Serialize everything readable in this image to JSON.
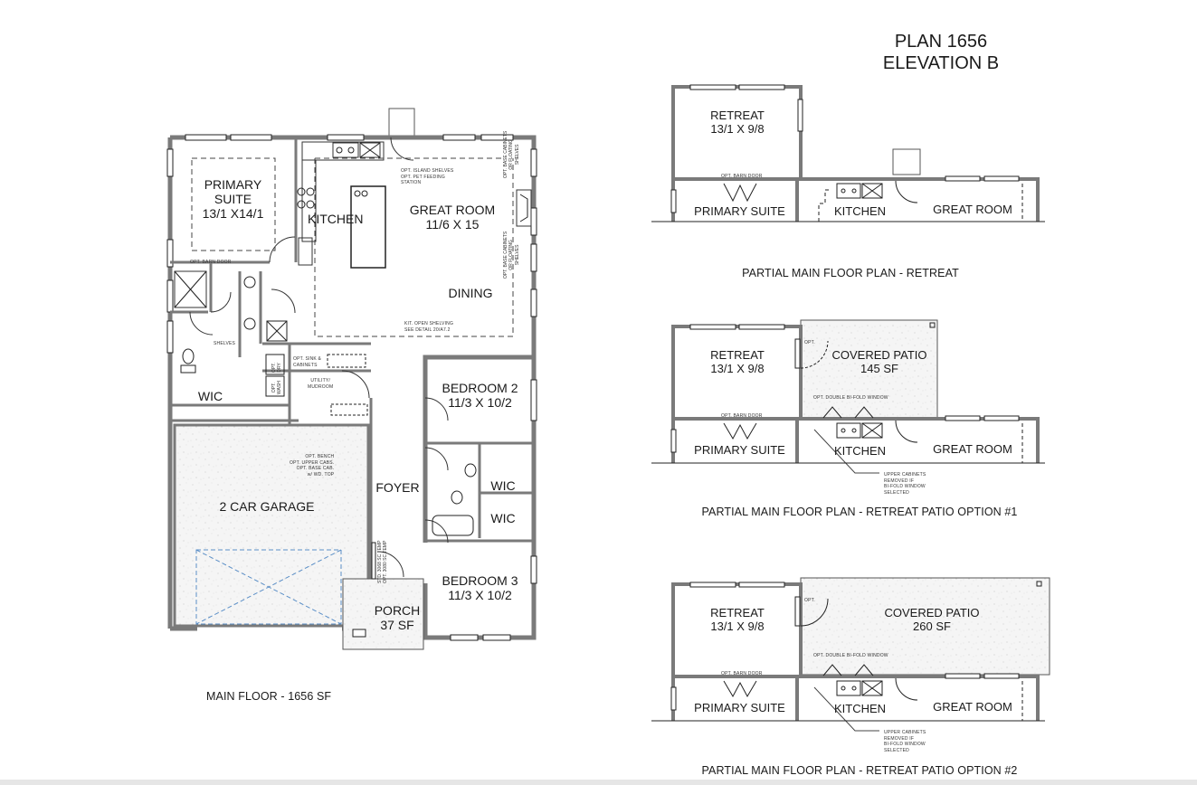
{
  "title": {
    "line1": "PLAN 1656",
    "line2": "ELEVATION B"
  },
  "main_floor": {
    "caption": "MAIN FLOOR - 1656 SF",
    "rooms": {
      "primary_suite": {
        "name_l1": "PRIMARY",
        "name_l2": "SUITE",
        "dims": "13/1 X14/1"
      },
      "kitchen": {
        "name": "KITCHEN"
      },
      "great_room": {
        "name": "GREAT ROOM",
        "dims": "11/6 X 15"
      },
      "dining": {
        "name": "DINING"
      },
      "wic_primary": {
        "name": "WIC"
      },
      "bedroom2": {
        "name": "BEDROOM 2",
        "dims": "11/3 X 10/2"
      },
      "bedroom3": {
        "name": "BEDROOM 3",
        "dims": "11/3 X 10/2"
      },
      "wic_bed2": {
        "name": "WIC"
      },
      "wic_bed3": {
        "name": "WIC"
      },
      "garage": {
        "name": "2 CAR GARAGE"
      },
      "foyer": {
        "name": "FOYER"
      },
      "porch": {
        "name": "PORCH",
        "area": "37 SF"
      }
    },
    "notes": {
      "island": [
        "OPT. ISLAND SHELVES",
        "OPT. PET FEEDING",
        "STATION"
      ],
      "base_cab_top": [
        "OPT. BASE CABINETS",
        "OR FLOATING",
        "SHELVES"
      ],
      "base_cab_bottom": [
        "OPT. BASE CABINETS",
        "OR FLOATING",
        "SHELVES"
      ],
      "barn_door": "OPT. BARN DOOR",
      "open_shelving": [
        "KIT. OPEN SHELVING",
        "SEE DETAIL 20/A7.2"
      ],
      "shelves": "SHELVES",
      "sink_cab": [
        "OPT. SINK &",
        "CABINETS"
      ],
      "utility": [
        "UTILITY/",
        "MUDROOM"
      ],
      "dry": [
        "OPT.",
        "DRY"
      ],
      "wash": [
        "OPT.",
        "WASH"
      ],
      "bench": [
        "OPT. BENCH",
        "OPT. UPPER CABS.",
        "OPT. BASE CAB.",
        "w/ WD. TOP"
      ],
      "front_door": [
        "STD. 3068 SC TEMP",
        "OPT. 3080 SC TEMP"
      ]
    }
  },
  "partials": [
    {
      "caption": "PARTIAL MAIN FLOOR PLAN - RETREAT",
      "retreat": {
        "name": "RETREAT",
        "dims": "13/1 X 9/8"
      },
      "primary_suite": "PRIMARY SUITE",
      "kitchen": "KITCHEN",
      "great_room": "GREAT ROOM",
      "barn_door": "OPT. BARN DOOR"
    },
    {
      "caption": "PARTIAL MAIN FLOOR PLAN - RETREAT PATIO OPTION #1",
      "retreat": {
        "name": "RETREAT",
        "dims": "13/1 X 9/8"
      },
      "patio": {
        "name": "COVERED PATIO",
        "area": "145 SF"
      },
      "primary_suite": "PRIMARY SUITE",
      "kitchen": "KITCHEN",
      "great_room": "GREAT ROOM",
      "barn_door": "OPT. BARN DOOR",
      "opt_door": "OPT.",
      "bifold": "OPT. DOUBLE BI-FOLD WINDOW",
      "upper_cab_note": [
        "UPPER CABINETS",
        "REMOVED IF",
        "BI-FOLD WINDOW",
        "SELECTED"
      ]
    },
    {
      "caption": "PARTIAL MAIN FLOOR PLAN - RETREAT PATIO OPTION #2",
      "retreat": {
        "name": "RETREAT",
        "dims": "13/1 X 9/8"
      },
      "patio": {
        "name": "COVERED PATIO",
        "area": "260 SF"
      },
      "primary_suite": "PRIMARY SUITE",
      "kitchen": "KITCHEN",
      "great_room": "GREAT ROOM",
      "barn_door": "OPT. BARN DOOR",
      "opt_door": "OPT.",
      "bifold": "OPT. DOUBLE BI-FOLD WINDOW",
      "upper_cab_note": [
        "UPPER CABINETS",
        "REMOVED IF",
        "BI-FOLD WINDOW",
        "SELECTED"
      ]
    }
  ],
  "colors": {
    "wall": "#7a7a7a",
    "line": "#222222",
    "garage_fill": "#f4f4f4",
    "garage_door_dash": "#5b8fc7",
    "bottom_band": "#e6e6e6"
  }
}
